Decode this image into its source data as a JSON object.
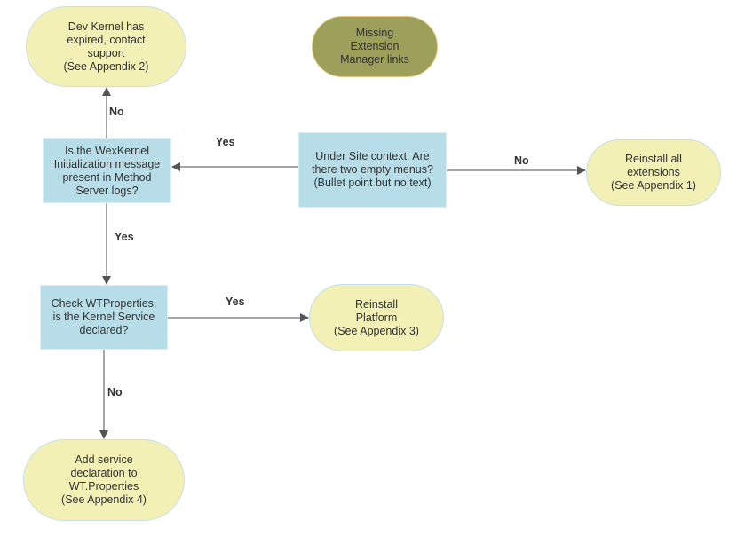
{
  "nodes": {
    "start": "Missing\nExtension\nManager links",
    "dev_kernel_expired": "Dev Kernel has\nexpired, contact\nsupport\n(See Appendix 2)",
    "wexkernel_question": "Is the WexKernel\nInitialization message\npresent in Method\nServer logs?",
    "site_context_question": "Under Site context: Are\nthere two empty menus?\n(Bullet point but no text)",
    "reinstall_extensions": "Reinstall all\nextensions\n(See Appendix 1)",
    "wtproperties_question": "Check WTProperties,\nis the Kernel Service\ndeclared?",
    "reinstall_platform": "Reinstall\nPlatform\n(See Appendix 3)",
    "add_service": "Add service\ndeclaration to\nWT.Properties\n(See Appendix 4)"
  },
  "edge_labels": {
    "wexkernel_no": "No",
    "site_yes": "Yes",
    "site_no": "No",
    "wexkernel_yes": "Yes",
    "wtproperties_yes": "Yes",
    "wtproperties_no": "No"
  },
  "colors": {
    "terminal": "#f2f0b4",
    "decision": "#b7dde8",
    "start": "#9ca05a",
    "edge": "#666666"
  }
}
